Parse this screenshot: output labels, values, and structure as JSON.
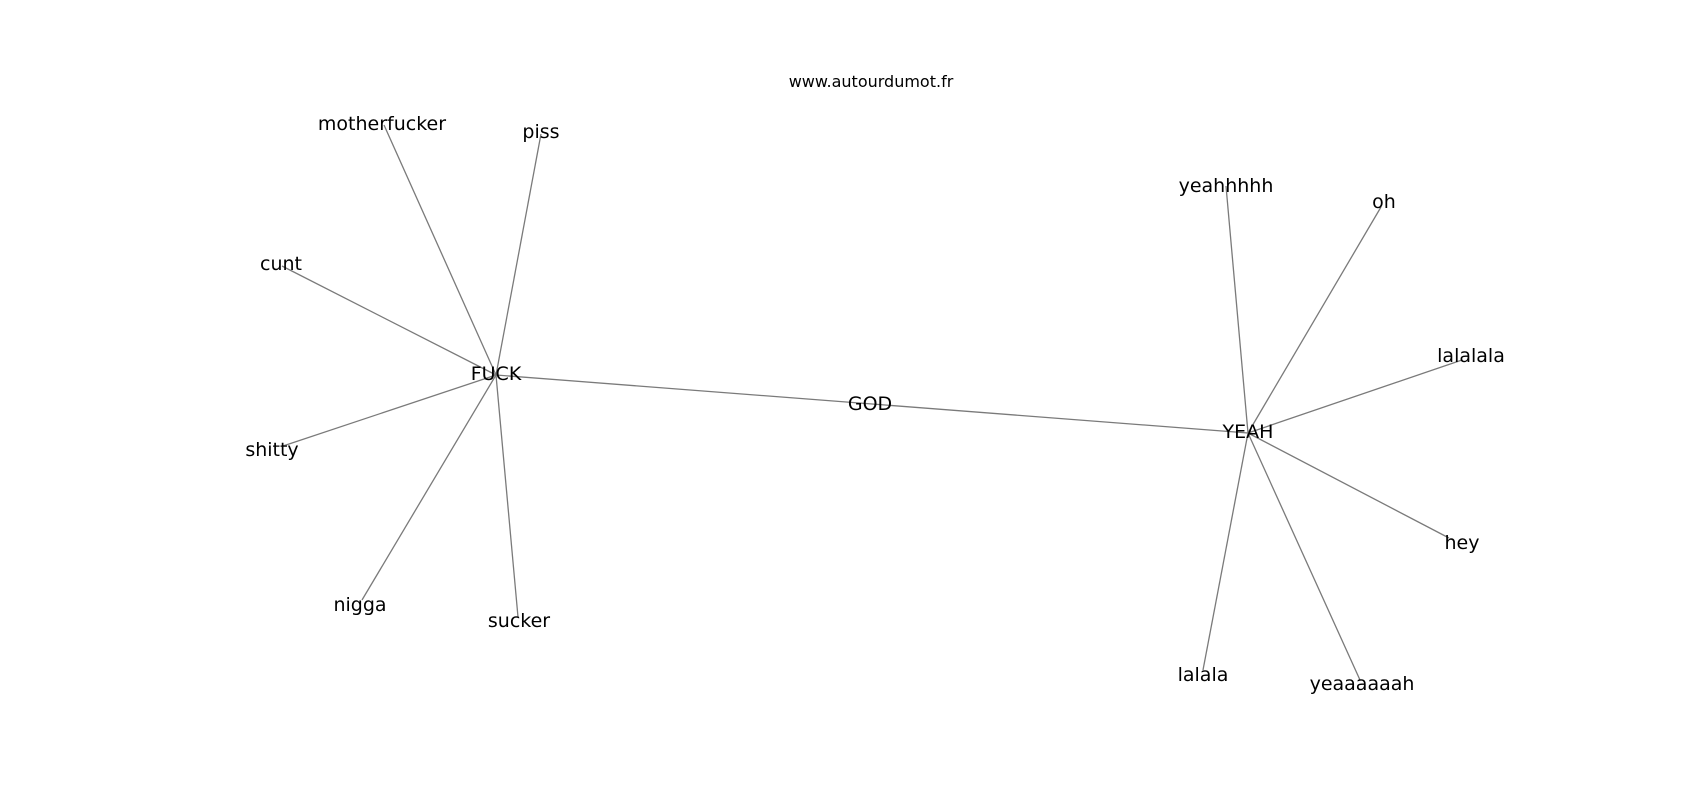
{
  "site": "www.autourdumot.fr",
  "nodes": [
    {
      "id": "FUCK",
      "label": "FUCK"
    },
    {
      "id": "GOD",
      "label": "GOD"
    },
    {
      "id": "YEAH",
      "label": "YEAH"
    },
    {
      "id": "motherfucker",
      "label": "motherfucker"
    },
    {
      "id": "piss",
      "label": "piss"
    },
    {
      "id": "cunt",
      "label": "cunt"
    },
    {
      "id": "shitty",
      "label": "shitty"
    },
    {
      "id": "nigga",
      "label": "nigga"
    },
    {
      "id": "sucker",
      "label": "sucker"
    },
    {
      "id": "yeahhhhh",
      "label": "yeahhhhh"
    },
    {
      "id": "oh",
      "label": "oh"
    },
    {
      "id": "lalalala",
      "label": "lalalala"
    },
    {
      "id": "hey",
      "label": "hey"
    },
    {
      "id": "yeaaaaaah",
      "label": "yeaaaaaah"
    },
    {
      "id": "lalala",
      "label": "lalala"
    }
  ],
  "edges": [
    [
      "FUCK",
      "YEAH"
    ],
    [
      "FUCK",
      "motherfucker"
    ],
    [
      "FUCK",
      "piss"
    ],
    [
      "FUCK",
      "cunt"
    ],
    [
      "FUCK",
      "shitty"
    ],
    [
      "FUCK",
      "nigga"
    ],
    [
      "FUCK",
      "sucker"
    ],
    [
      "YEAH",
      "yeahhhhh"
    ],
    [
      "YEAH",
      "oh"
    ],
    [
      "YEAH",
      "lalalala"
    ],
    [
      "YEAH",
      "hey"
    ],
    [
      "YEAH",
      "yeaaaaaah"
    ],
    [
      "YEAH",
      "lalala"
    ]
  ]
}
